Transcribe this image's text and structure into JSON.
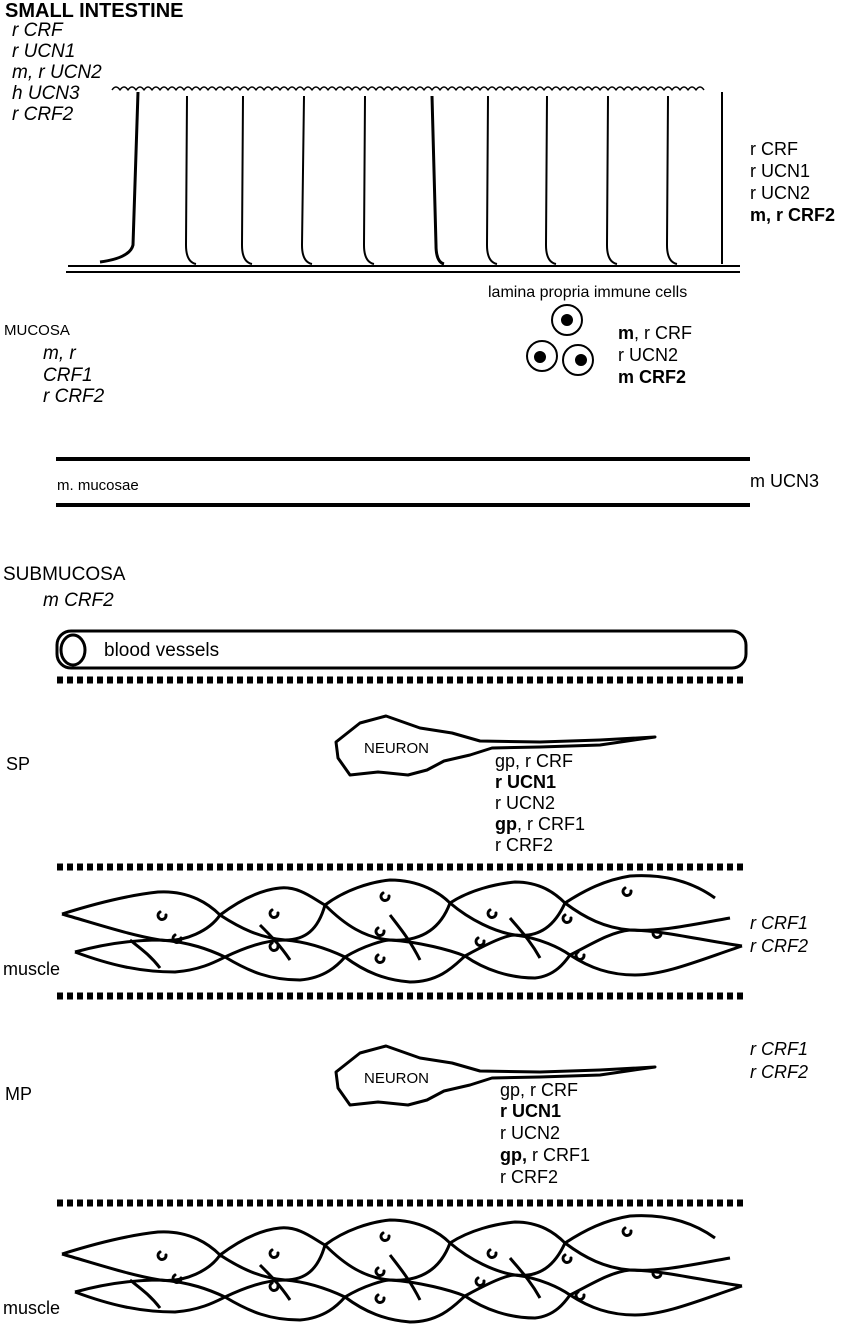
{
  "title": "SMALL INTESTINE",
  "epithelium": {
    "left_labels": [
      "r CRF",
      "r UCN1",
      "m, r UCN2",
      "h UCN3",
      "r CRF2"
    ],
    "right_labels": [
      {
        "text": "r CRF",
        "bold": false
      },
      {
        "text": "r UCN1",
        "bold": false
      },
      {
        "text": "r UCN2",
        "bold": false
      },
      {
        "text": "m, r CRF2",
        "bold": true
      }
    ]
  },
  "lamina_propria": {
    "label": "lamina propria immune cells",
    "line1_bold": "m",
    "line1_rest": ", r CRF",
    "line2": "r UCN2",
    "line3": "m CRF2"
  },
  "mucosa": {
    "label": "MUCOSA",
    "labels": [
      "m, r",
      "CRF1",
      "r CRF2"
    ]
  },
  "muscularis_mucosae": {
    "label": "m. mucosae",
    "right_label": "m UCN3"
  },
  "submucosa": {
    "label": "SUBMUCOSA",
    "sublabel": "m CRF2",
    "vessel_label": "blood vessels"
  },
  "submucosal_plexus": {
    "label": "SP",
    "neuron_label": "NEURON",
    "line1": "gp, r CRF",
    "line2": "r UCN1",
    "line3": "r UCN2",
    "line4_bold": "gp",
    "line4_rest": ", r CRF1",
    "line5": "r CRF2"
  },
  "muscle_1": {
    "label": "muscle",
    "right_labels": [
      "r CRF1",
      "r CRF2"
    ]
  },
  "myenteric_plexus": {
    "label": "MP",
    "neuron_label": "NEURON",
    "line1": "gp, r CRF",
    "line2": "r UCN1",
    "line3": "r UCN2",
    "line4_bold": "gp,",
    "line4_rest": " r CRF1",
    "line5": "r CRF2"
  },
  "muscle_2": {
    "label": "muscle",
    "right_labels": [
      "r CRF1",
      "r CRF2"
    ]
  }
}
